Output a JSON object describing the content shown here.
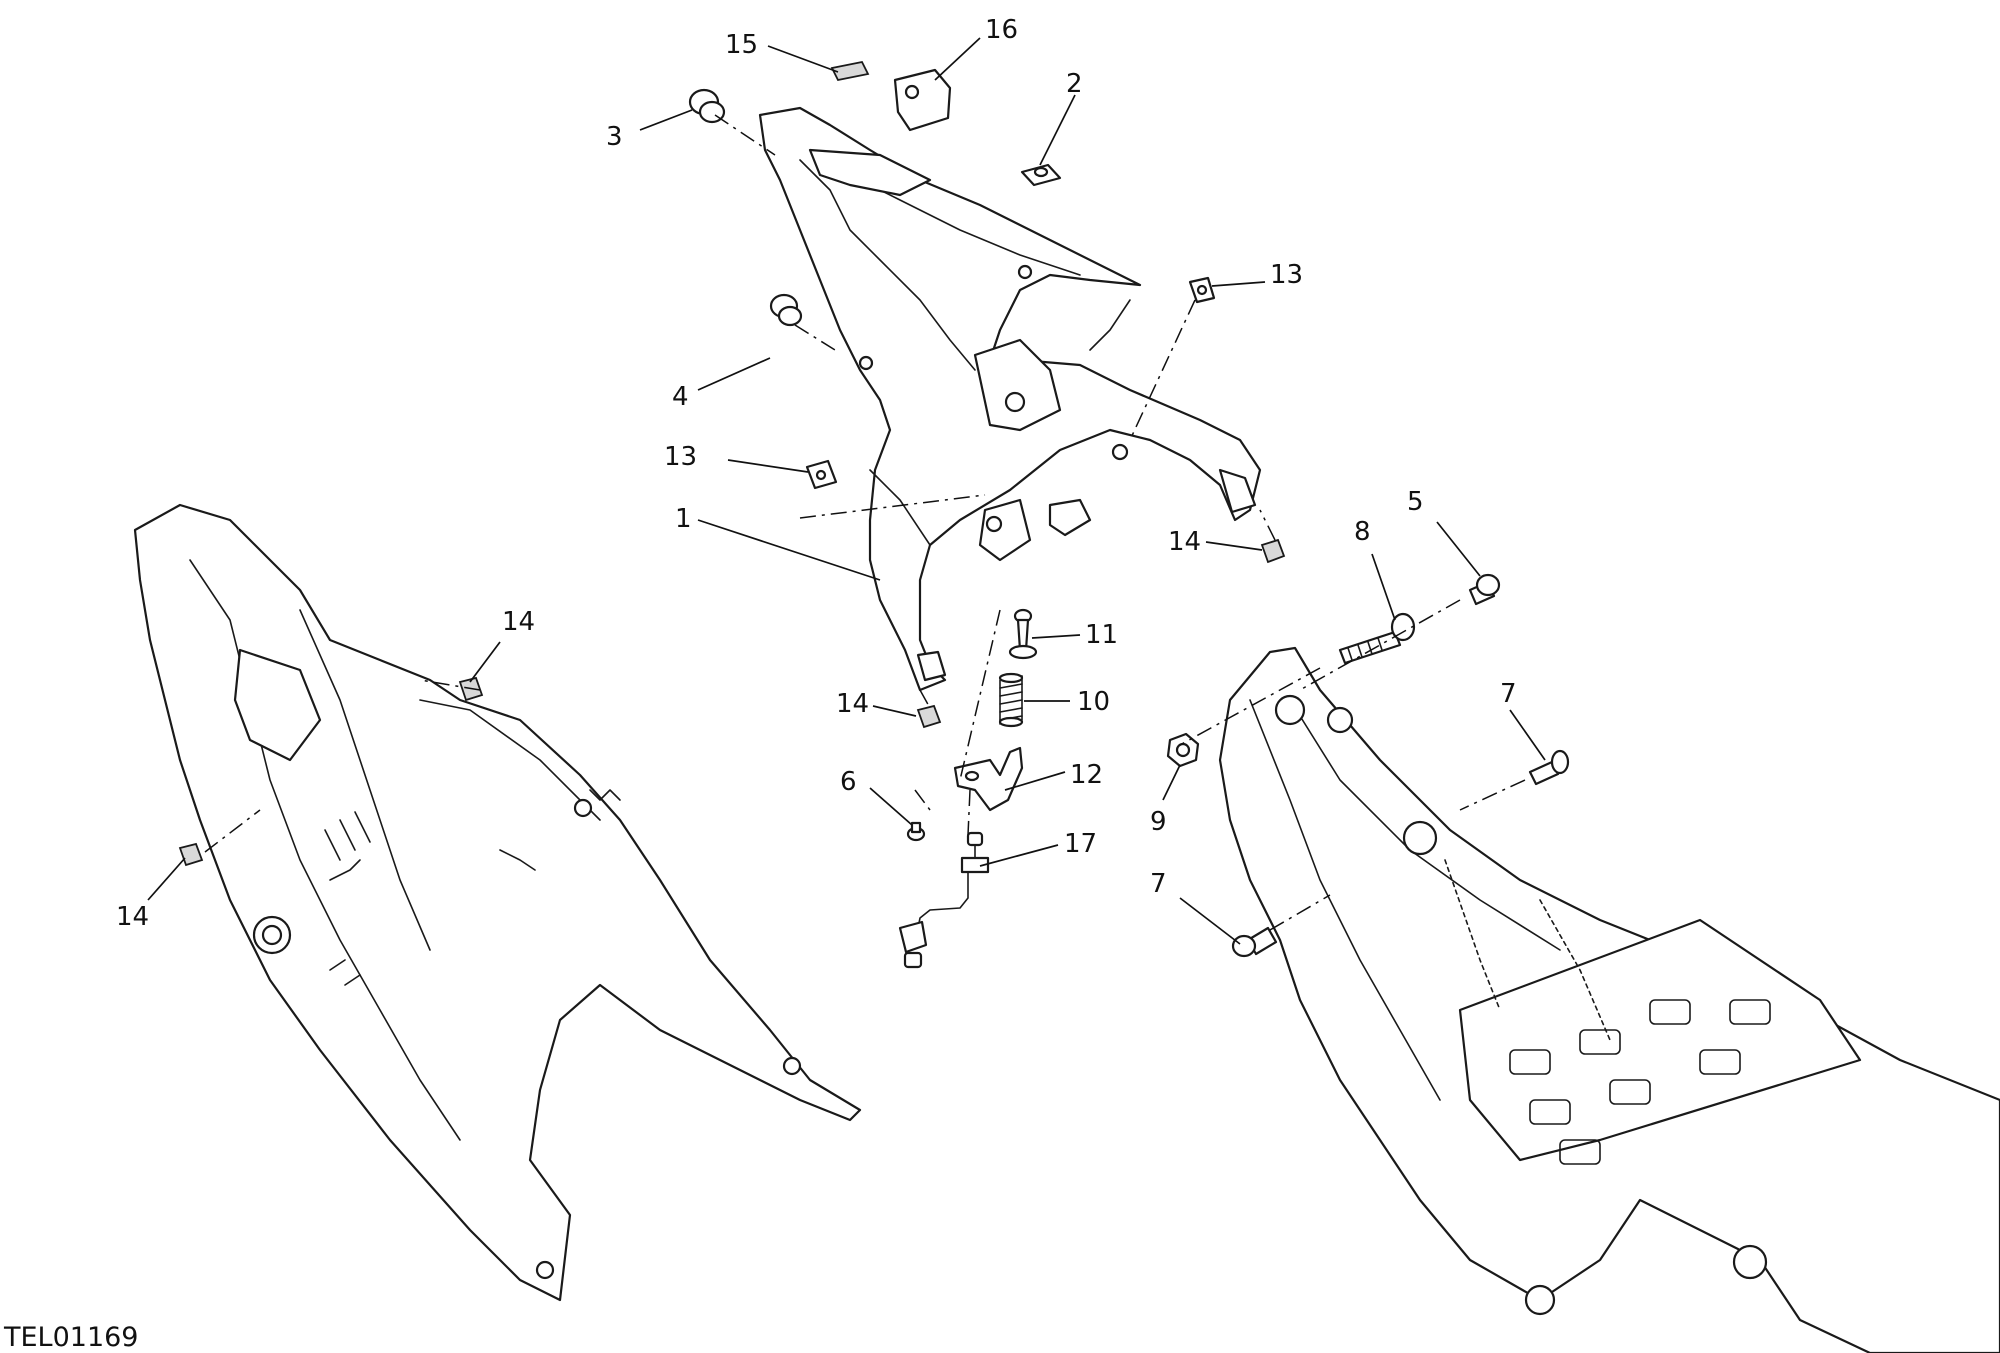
{
  "drawing_ref": "TEL01169",
  "callouts": [
    {
      "id": "c15",
      "text": "15"
    },
    {
      "id": "c16",
      "text": "16"
    },
    {
      "id": "c2",
      "text": "2"
    },
    {
      "id": "c3",
      "text": "3"
    },
    {
      "id": "c13a",
      "text": "13"
    },
    {
      "id": "c4",
      "text": "4"
    },
    {
      "id": "c13b",
      "text": "13"
    },
    {
      "id": "c1",
      "text": "1"
    },
    {
      "id": "c14a",
      "text": "14"
    },
    {
      "id": "c8",
      "text": "8"
    },
    {
      "id": "c5",
      "text": "5"
    },
    {
      "id": "c14b",
      "text": "14"
    },
    {
      "id": "c11",
      "text": "11"
    },
    {
      "id": "c14c",
      "text": "14"
    },
    {
      "id": "c10",
      "text": "10"
    },
    {
      "id": "c7a",
      "text": "7"
    },
    {
      "id": "c6",
      "text": "6"
    },
    {
      "id": "c12",
      "text": "12"
    },
    {
      "id": "c9",
      "text": "9"
    },
    {
      "id": "c17",
      "text": "17"
    },
    {
      "id": "c14d",
      "text": "14"
    },
    {
      "id": "c7b",
      "text": "7"
    }
  ]
}
